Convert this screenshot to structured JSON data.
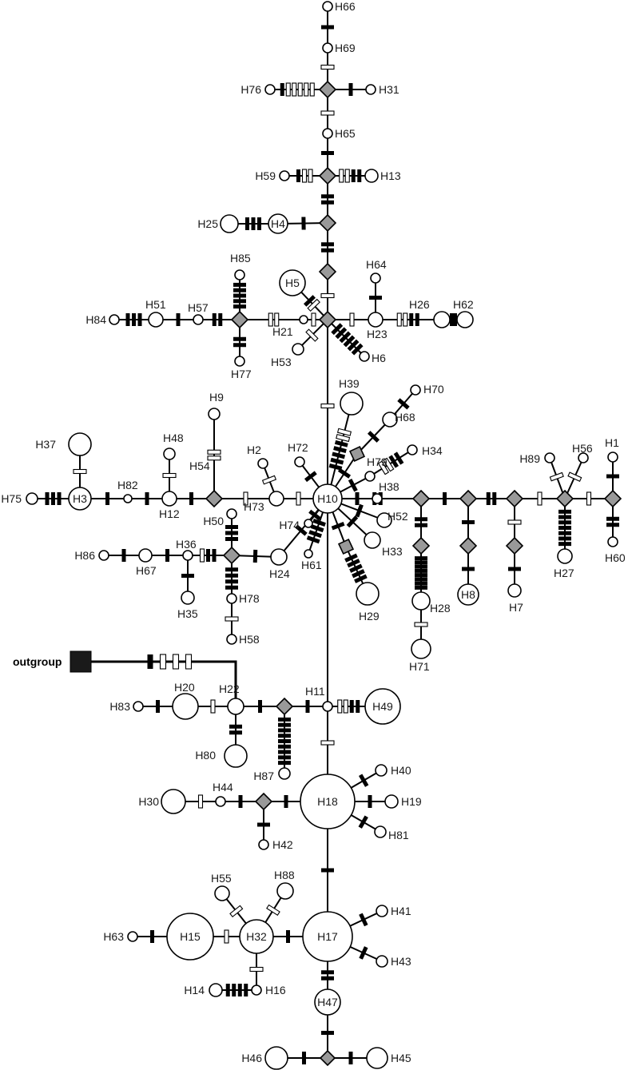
{
  "outgroup_label": "outgroup",
  "haplotypes": [
    "H1",
    "H2",
    "H3",
    "H4",
    "H5",
    "H6",
    "H7",
    "H8",
    "H9",
    "H10",
    "H11",
    "H12",
    "H13",
    "H14",
    "H15",
    "H16",
    "H17",
    "H18",
    "H19",
    "H20",
    "H21",
    "H22",
    "H23",
    "H24",
    "H25",
    "H26",
    "H27",
    "H28",
    "H29",
    "H30",
    "H31",
    "H32",
    "H33",
    "H34",
    "H35",
    "H36",
    "H37",
    "H38",
    "H39",
    "H40",
    "H41",
    "H42",
    "H43",
    "H44",
    "H45",
    "H46",
    "H47",
    "H48",
    "H49",
    "H50",
    "H51",
    "H52",
    "H53",
    "H54",
    "H55",
    "H56",
    "H57",
    "H58",
    "H59",
    "H60",
    "H61",
    "H62",
    "H63",
    "H64",
    "H65",
    "H66",
    "H67",
    "H68",
    "H69",
    "H70",
    "H71",
    "H72",
    "H73",
    "H74",
    "H75",
    "H76",
    "H77",
    "H78",
    "H79",
    "H80",
    "H81",
    "H82",
    "H83",
    "H84",
    "H85",
    "H86",
    "H87",
    "H88",
    "H89"
  ],
  "colors": {
    "median_vector": "#999999",
    "outgroup": "#1a1a1a",
    "haplotype": "#ffffff"
  },
  "legend_note": ""
}
